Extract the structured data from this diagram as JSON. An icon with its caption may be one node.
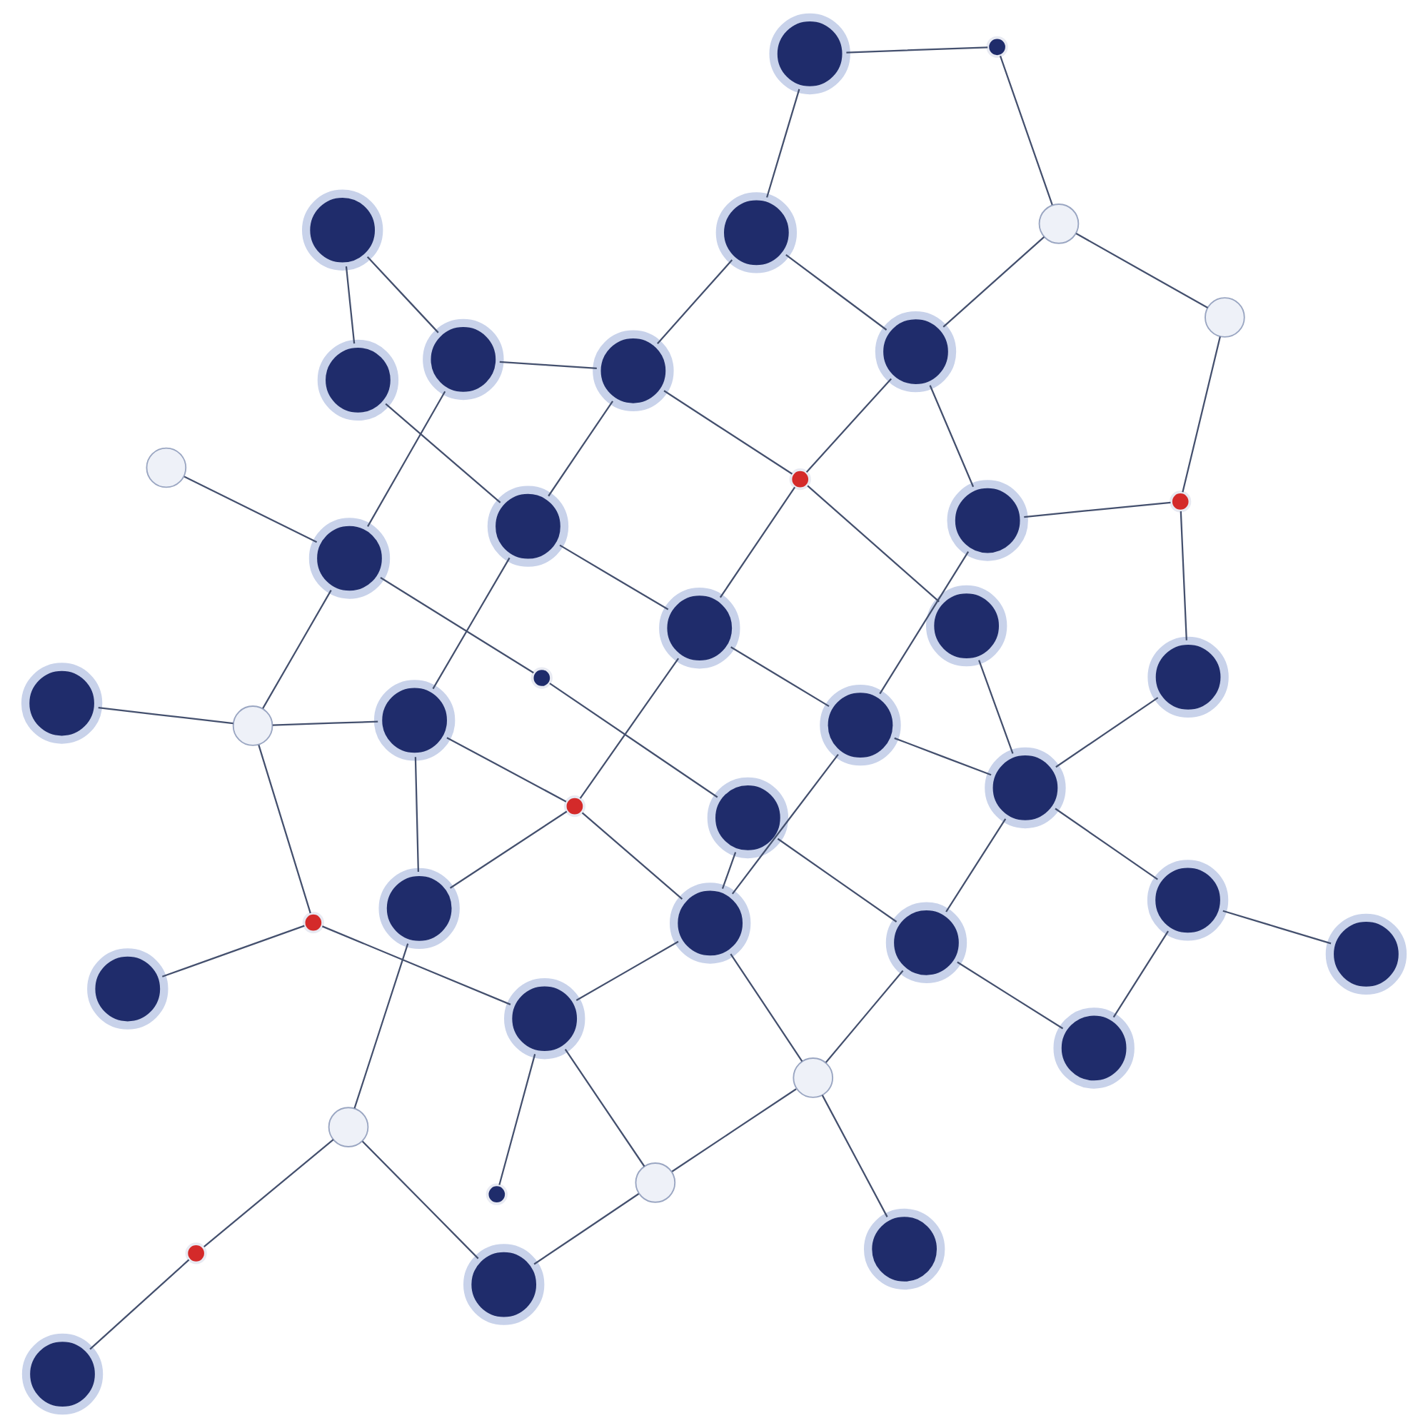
{
  "diagram": {
    "nodes": [
      {
        "text": [],
        "shape": "circle"
      },
      {
        "text": [],
        "shape": "circle"
      },
      {
        "text": [],
        "shape": "circle"
      },
      {
        "text": [],
        "shape": "circle"
      },
      {
        "text": [],
        "shape": "circle"
      },
      {
        "text": [],
        "shape": "circle"
      },
      {
        "text": [],
        "shape": "circle"
      },
      {
        "text": [],
        "shape": "circle"
      },
      {
        "text": [],
        "shape": "circle"
      },
      {
        "text": [],
        "shape": "circle"
      },
      {
        "text": [],
        "shape": "circle"
      },
      {
        "text": [],
        "shape": "circle"
      },
      {
        "text": [],
        "shape": "circle"
      },
      {
        "text": [],
        "shape": "circle"
      },
      {
        "text": [],
        "shape": "circle"
      },
      {
        "text": [],
        "shape": "circle"
      },
      {
        "text": [],
        "shape": "circle"
      },
      {
        "text": [],
        "shape": "circle"
      },
      {
        "text": [],
        "shape": "circle"
      },
      {
        "text": [],
        "shape": "circle"
      },
      {
        "text": [],
        "shape": "circle"
      },
      {
        "text": [],
        "shape": "circle"
      },
      {
        "text": [],
        "shape": "circle"
      },
      {
        "text": [],
        "shape": "circle"
      },
      {
        "text": [],
        "shape": "circle"
      },
      {
        "text": [],
        "shape": "circle"
      },
      {
        "text": [],
        "shape": "circle"
      },
      {
        "text": [],
        "shape": "circle"
      },
      {
        "text": [],
        "shape": "circle"
      },
      {
        "text": [],
        "shape": "circle"
      },
      {
        "text": [],
        "shape": "circle"
      },
      {
        "text": [],
        "shape": "circle"
      },
      {
        "text": [],
        "shape": "circle"
      },
      {
        "text": [],
        "shape": "circle"
      },
      {
        "text": [],
        "shape": "circle"
      },
      {
        "text": [],
        "shape": "circle"
      },
      {
        "text": [],
        "shape": "circle"
      },
      {
        "text": [],
        "shape": "circle"
      },
      {
        "text": [],
        "shape": "circle"
      },
      {
        "text": [],
        "shape": "circle"
      },
      {
        "text": [],
        "shape": "circle"
      },
      {
        "text": [],
        "shape": "circle"
      },
      {
        "text": [],
        "shape": "circle"
      },
      {
        "text": [],
        "shape": "circle"
      }
    ],
    "edges": [
      {
        "from": 0,
        "to": 2,
        "arrow": "none"
      },
      {
        "from": 1,
        "to": 2,
        "arrow": "none"
      },
      {
        "from": 2,
        "to": 8,
        "arrow": "none"
      },
      {
        "from": 1,
        "to": 9,
        "arrow": "none"
      },
      {
        "from": 3,
        "to": 8,
        "arrow": "none"
      },
      {
        "from": 3,
        "to": 7,
        "arrow": "none"
      },
      {
        "from": 4,
        "to": 10,
        "arrow": "none"
      },
      {
        "from": 5,
        "to": 11,
        "arrow": "none"
      },
      {
        "from": 6,
        "to": 7,
        "arrow": "none"
      },
      {
        "from": 8,
        "to": 9,
        "arrow": "none"
      },
      {
        "from": 9,
        "to": 10,
        "arrow": "none"
      },
      {
        "from": 10,
        "to": 11,
        "arrow": "none"
      },
      {
        "from": 6,
        "to": 19,
        "arrow": "none"
      },
      {
        "from": 7,
        "to": 12,
        "arrow": "none"
      },
      {
        "from": 8,
        "to": 14,
        "arrow": "none"
      },
      {
        "from": 8,
        "to": 13,
        "arrow": "none"
      },
      {
        "from": 9,
        "to": 17,
        "arrow": "none"
      },
      {
        "from": 10,
        "to": 15,
        "arrow": "none"
      },
      {
        "from": 11,
        "to": 16,
        "arrow": "none"
      },
      {
        "from": 5,
        "to": 25,
        "arrow": "none"
      },
      {
        "from": 12,
        "to": 14,
        "arrow": "none"
      },
      {
        "from": 14,
        "to": 15,
        "arrow": "none"
      },
      {
        "from": 15,
        "to": 16,
        "arrow": "none"
      },
      {
        "from": 13,
        "to": 21,
        "arrow": "none"
      },
      {
        "from": 17,
        "to": 15,
        "arrow": "none"
      },
      {
        "from": 18,
        "to": 16,
        "arrow": "none"
      },
      {
        "from": 12,
        "to": 20,
        "arrow": "none"
      },
      {
        "from": 14,
        "to": 22,
        "arrow": "none"
      },
      {
        "from": 17,
        "to": 26,
        "arrow": "none"
      },
      {
        "from": 15,
        "to": 23,
        "arrow": "none"
      },
      {
        "from": 19,
        "to": 20,
        "arrow": "none"
      },
      {
        "from": 20,
        "to": 21,
        "arrow": "none"
      },
      {
        "from": 21,
        "to": 22,
        "arrow": "none"
      },
      {
        "from": 22,
        "to": 23,
        "arrow": "none"
      },
      {
        "from": 23,
        "to": 24,
        "arrow": "none"
      },
      {
        "from": 24,
        "to": 25,
        "arrow": "none"
      },
      {
        "from": 16,
        "to": 31,
        "arrow": "none"
      },
      {
        "from": 21,
        "to": 27,
        "arrow": "none"
      },
      {
        "from": 22,
        "to": 28,
        "arrow": "none"
      },
      {
        "from": 23,
        "to": 29,
        "arrow": "none"
      },
      {
        "from": 24,
        "to": 29,
        "arrow": "none"
      },
      {
        "from": 27,
        "to": 28,
        "arrow": "none"
      },
      {
        "from": 28,
        "to": 29,
        "arrow": "none"
      },
      {
        "from": 19,
        "to": 30,
        "arrow": "none"
      },
      {
        "from": 25,
        "to": 32,
        "arrow": "none"
      },
      {
        "from": 27,
        "to": 33,
        "arrow": "none"
      },
      {
        "from": 26,
        "to": 34,
        "arrow": "none"
      },
      {
        "from": 29,
        "to": 35,
        "arrow": "none"
      },
      {
        "from": 31,
        "to": 35,
        "arrow": "none"
      },
      {
        "from": 32,
        "to": 36,
        "arrow": "none"
      },
      {
        "from": 33,
        "to": 34,
        "arrow": "none"
      },
      {
        "from": 34,
        "to": 35,
        "arrow": "none"
      },
      {
        "from": 30,
        "to": 37,
        "arrow": "none"
      },
      {
        "from": 37,
        "to": 38,
        "arrow": "none"
      },
      {
        "from": 38,
        "to": 27,
        "arrow": "none"
      },
      {
        "from": 20,
        "to": 38,
        "arrow": "none"
      },
      {
        "from": 31,
        "to": 39,
        "arrow": "none"
      },
      {
        "from": 33,
        "to": 40,
        "arrow": "none"
      },
      {
        "from": 28,
        "to": 41,
        "arrow": "none"
      },
      {
        "from": 40,
        "to": 41,
        "arrow": "none"
      },
      {
        "from": 35,
        "to": 42,
        "arrow": "none"
      },
      {
        "from": 34,
        "to": 43,
        "arrow": "none"
      }
    ]
  }
}
